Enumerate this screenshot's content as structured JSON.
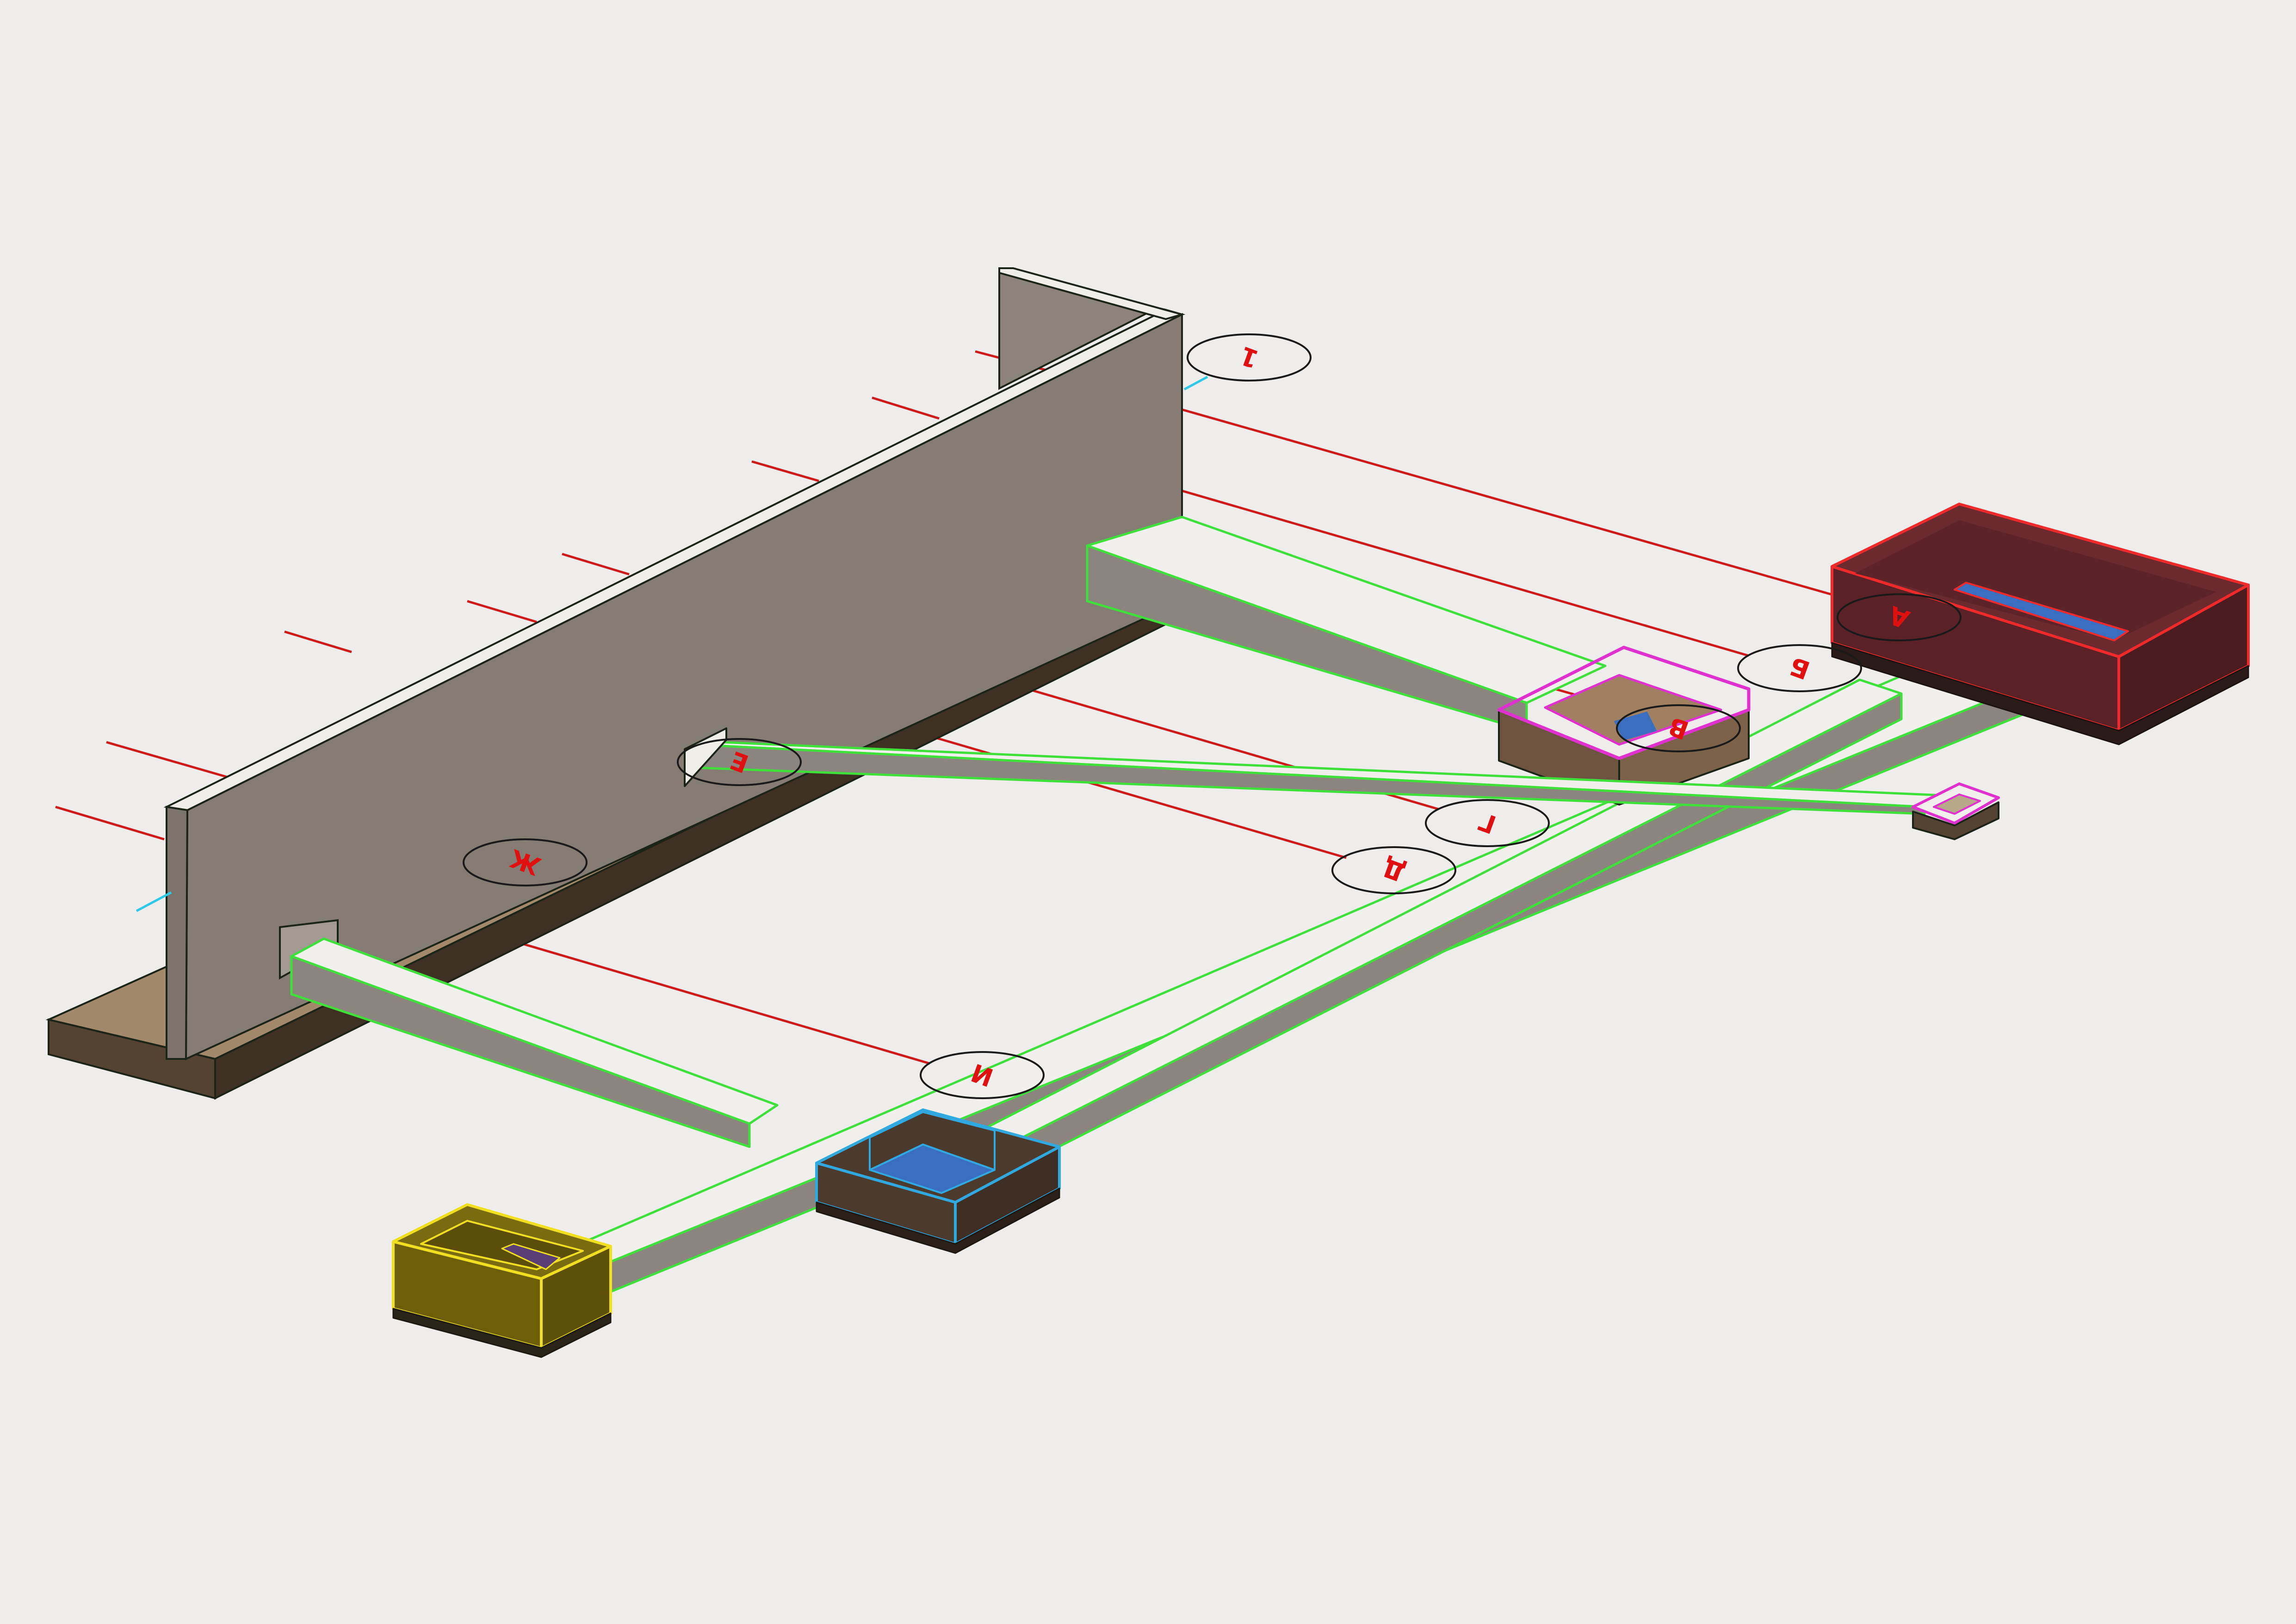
{
  "colors": {
    "background": "#efedeb",
    "wall_face": "#857c73",
    "wall_top": "#efeee8",
    "wall_outline": "#1c2418",
    "floor_top": "#a3896c",
    "floor_side": "#544232",
    "beam_top": "#f2f0ec",
    "beam_side": "#8c847e",
    "beam_outline": "#3ee03a",
    "axis_line": "#d01a1a",
    "axis_text": "#e01010",
    "bubble_stroke": "#1a1a1a",
    "tank_red": "#5a2226",
    "tank_red_outline": "#f02a2a",
    "tank_blue_fill": "#3a6ec0",
    "pit_magenta_outline": "#e030d0",
    "pit_magenta_fill": "#6c5440",
    "box_yellow": "#7a6a10",
    "box_yellow_outline": "#f0e020",
    "box_purple_fill": "#5a3e78",
    "box_blue_outline": "#30a8e0",
    "box_brown": "#4c3a2c",
    "leader_cyan": "#30c8e8"
  },
  "grid_axes": [
    {
      "id": "axis-A",
      "label": "А"
    },
    {
      "id": "axis-B",
      "label": "Б"
    },
    {
      "id": "axis-V",
      "label": "В"
    },
    {
      "id": "axis-G",
      "label": "Г"
    },
    {
      "id": "axis-D",
      "label": "Д"
    },
    {
      "id": "axis-E",
      "label": "Е"
    },
    {
      "id": "axis-Zh",
      "label": "Ж"
    },
    {
      "id": "axis-I",
      "label": "И"
    },
    {
      "id": "axis-1",
      "label": "1"
    }
  ]
}
